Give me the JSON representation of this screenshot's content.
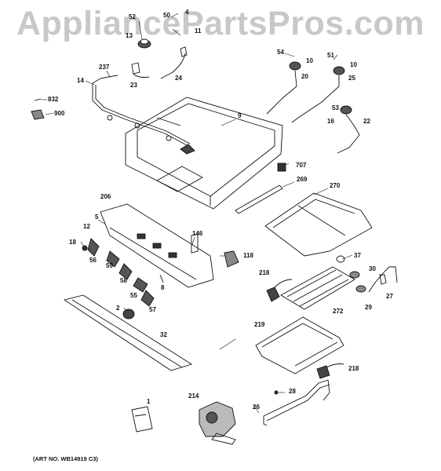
{
  "watermark": "AppliancePartsPros.com",
  "art_number": "(ART NO. WB14919 C3)",
  "callouts": [
    "52",
    "50",
    "4",
    "13",
    "11",
    "54",
    "10",
    "51",
    "10",
    "237",
    "14",
    "23",
    "24",
    "20",
    "25",
    "832",
    "900",
    "9",
    "53",
    "16",
    "22",
    "707",
    "269",
    "270",
    "206",
    "5",
    "146",
    "12",
    "18",
    "56",
    "118",
    "37",
    "59",
    "58",
    "55",
    "8",
    "30",
    "218",
    "2",
    "57",
    "27",
    "29",
    "272",
    "32",
    "219",
    "218",
    "1",
    "214",
    "28",
    "26"
  ]
}
